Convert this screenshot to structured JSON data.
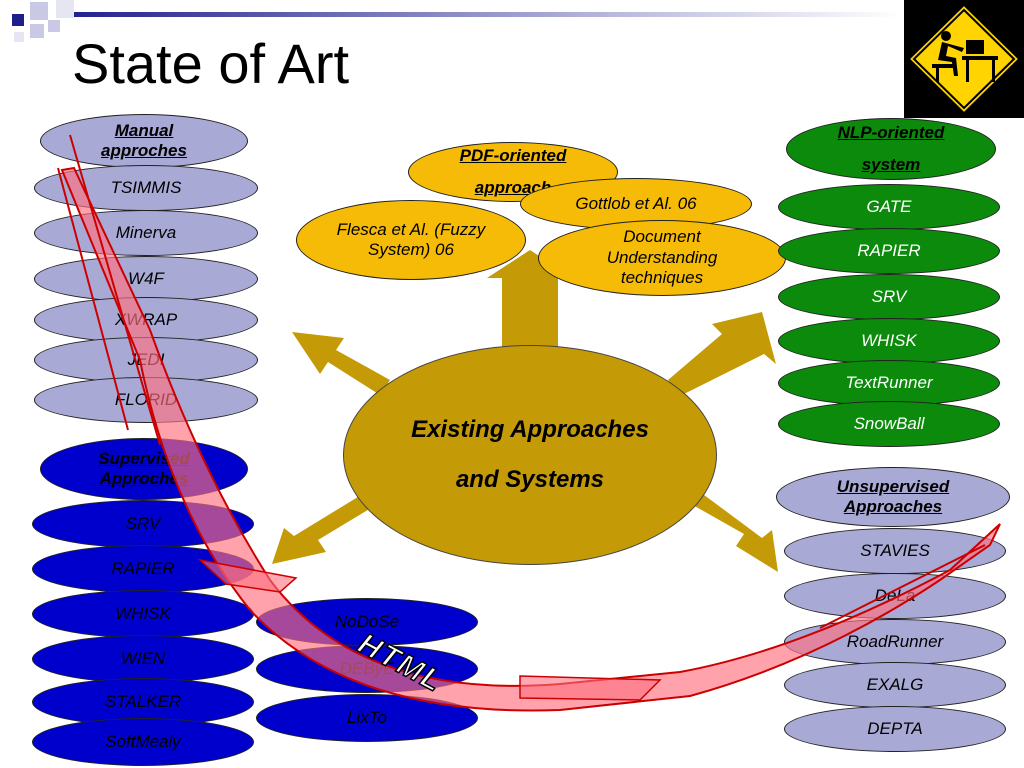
{
  "slide": {
    "title": "State of Art",
    "center": {
      "line1": "Existing Approaches",
      "line2": "and Systems"
    },
    "arrow_label": "HTML"
  },
  "groups": {
    "manual": {
      "header": "Manual approches",
      "items": [
        "TSIMMIS",
        "Minerva",
        "W4F",
        "XWRAP",
        "JEDI",
        "FLORID"
      ]
    },
    "supervised": {
      "header": "Supervised Approches",
      "items": [
        "SRV",
        "RAPIER",
        "WHISK",
        "WIEN",
        "STALKER",
        "SoftMealy"
      ]
    },
    "semi": {
      "items": [
        "NoDoSe",
        "DEByE",
        "LixTo"
      ]
    },
    "nlp": {
      "header": "NLP-oriented system",
      "items": [
        "GATE",
        "RAPIER",
        "SRV",
        "WHISK",
        "TextRunner",
        "SnowBall"
      ]
    },
    "unsupervised": {
      "header": "Unsupervised Approaches",
      "items": [
        "STAVIES",
        "DeLa",
        "RoadRunner",
        "EXALG",
        "DEPTA"
      ]
    },
    "pdf": {
      "header": "PDF-oriented approach",
      "items": [
        "Flesca et Al. (Fuzzy System) 06",
        "Gottlob et Al. 06",
        "Document Understanding techniques"
      ]
    }
  },
  "colors": {
    "lavender": "#a9a9d6",
    "green": "#0b8a0b",
    "blue": "#0000cc",
    "orange": "#f6bb06",
    "center_gold": "#c49a06",
    "html_arrow": "#ff7080"
  },
  "icons": [
    "worker-at-computer-sign-icon"
  ]
}
